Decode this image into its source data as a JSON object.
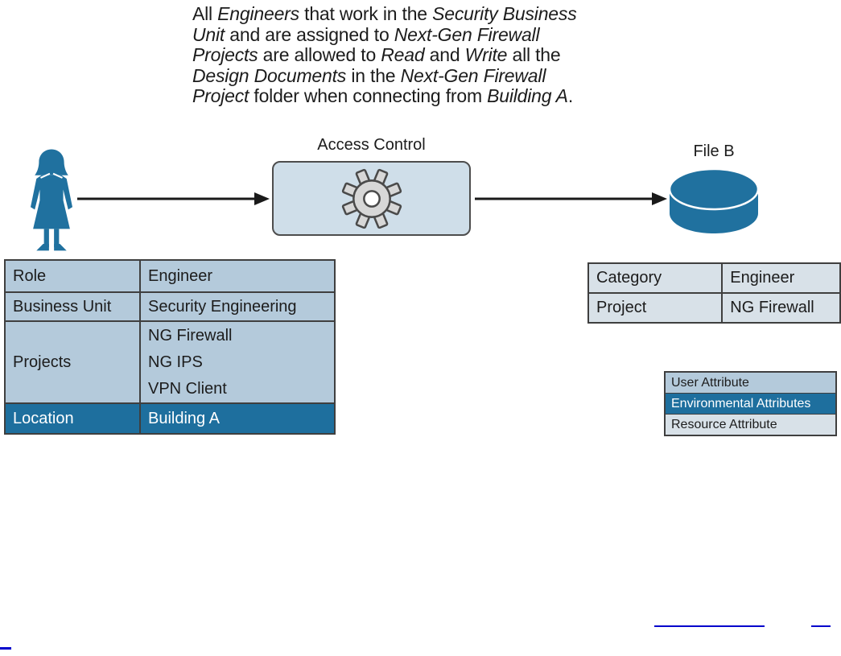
{
  "policy": {
    "segments": [
      {
        "t": "All "
      },
      {
        "t": "Engineers",
        "i": true
      },
      {
        "t": " that work in the "
      },
      {
        "t": "Security Business",
        "i": true
      },
      {
        "br": true
      },
      {
        "t": "Unit",
        "i": true
      },
      {
        "t": " and are assigned to "
      },
      {
        "t": "Next-Gen Firewall",
        "i": true
      },
      {
        "br": true
      },
      {
        "t": "Projects",
        "i": true
      },
      {
        "t": " are allowed to "
      },
      {
        "t": "Read",
        "i": true
      },
      {
        "t": " and "
      },
      {
        "t": "Write",
        "i": true
      },
      {
        "t": " all the"
      },
      {
        "br": true
      },
      {
        "t": "Design Documents",
        "i": true
      },
      {
        "t": " in the "
      },
      {
        "t": "Next-Gen Firewall",
        "i": true
      },
      {
        "br": true
      },
      {
        "t": "Project",
        "i": true
      },
      {
        "t": " folder when connecting from "
      },
      {
        "t": "Building A",
        "i": true
      },
      {
        "t": "."
      }
    ]
  },
  "flow": {
    "access_control_label": "Access Control",
    "file_label": "File B"
  },
  "icons": {
    "user": "woman-user-icon",
    "gear": "gear-icon",
    "database": "database-cylinder-icon",
    "arrows": "right-arrow"
  },
  "user_attributes_table": {
    "rows": [
      {
        "label": "Role",
        "lines": [
          "Engineer"
        ],
        "highlight": false
      },
      {
        "label": "Business Unit",
        "lines": [
          "Security Engineering"
        ],
        "highlight": false
      },
      {
        "label": "Projects",
        "lines": [
          "NG Firewall",
          "NG IPS",
          "VPN Client"
        ],
        "highlight": false
      },
      {
        "label": "Location",
        "lines": [
          "Building A"
        ],
        "highlight": true
      }
    ]
  },
  "resource_attributes_table": {
    "rows": [
      {
        "label": "Category",
        "lines": [
          "Engineer"
        ],
        "highlight": false
      },
      {
        "label": "Project",
        "lines": [
          "NG Firewall"
        ],
        "highlight": false
      }
    ]
  },
  "legend": {
    "items": [
      {
        "label": "User Attribute",
        "style": "user"
      },
      {
        "label": "Environmental Attributes",
        "style": "environmental"
      },
      {
        "label": "Resource Attribute",
        "style": "resource"
      }
    ]
  },
  "colors": {
    "accent_blue": "#1e6f9e",
    "row_light_blue": "#b4cadb",
    "resource_light": "#d8e1e8",
    "panel_blue": "#cfdee9",
    "icon_blue": "#20719f",
    "gear_gray": "#d7d7d7",
    "border_dark": "#3f3f3f",
    "link_blue": "#0000cc",
    "text_dark": "#1c1c1c"
  }
}
